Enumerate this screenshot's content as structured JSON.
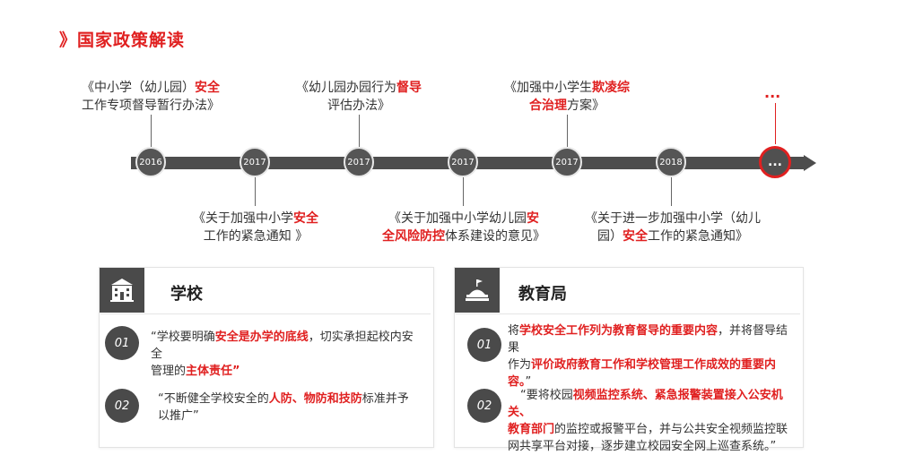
{
  "header": {
    "title": "》国家政策解读"
  },
  "timeline": {
    "nodes": [
      "2016",
      "2017",
      "2017",
      "2017",
      "2017",
      "2018",
      "..."
    ],
    "docs_top": [
      {
        "pre": "《中小学（幼儿园）",
        "red": "安全",
        "line2": "工作专项督导暂行办法》"
      },
      {
        "pre": "《幼儿园办园行为",
        "red": "督导",
        "line2": "评估办法》"
      },
      {
        "pre": "《加强中小学生",
        "red": "欺凌综",
        "red2": "合治理",
        "post2": "方案》"
      },
      {
        "dots": "..."
      }
    ],
    "docs_bottom": [
      {
        "pre": "《关于加强中小学",
        "red": "安全",
        "line2": "工作的紧急通知 》"
      },
      {
        "pre": "《关于加强中小学幼儿园",
        "red": "安",
        "red2": "全风险防控",
        "post2": "体系建设的意见》"
      },
      {
        "pre": "《关于进一步加强中小学（幼儿",
        "line2a": "园）",
        "red": "安全",
        "post2": "工作的紧急通知》"
      }
    ]
  },
  "school_card": {
    "title": "学校",
    "icon": "school-building-icon",
    "items": [
      {
        "num": "01",
        "a": "“学校要明确",
        "b": "安全是办学的底线",
        "c": "，切实承担起校内安全",
        "d": "管理的",
        "e": "主体责任",
        "f": "”"
      },
      {
        "num": "02",
        "a": "“不断健全学校安全的",
        "b": "人防、物防和技防",
        "c": "标准并予",
        "d": "以推广”"
      }
    ]
  },
  "edu_card": {
    "title": "教育局",
    "icon": "government-building-icon",
    "items": [
      {
        "num": "01",
        "a": "将",
        "b": "学校安全工作列为教育督导的重要内容",
        "c": "，并将督导结果",
        "d": "作为",
        "e": "评价政府教育工作和学校管理工作成效的重要内容。",
        "f": "”"
      },
      {
        "num": "02",
        "a": "“要将校园",
        "b": "视频监控系统、紧急报警装置接入公安机关、",
        "c": "教育部门",
        "d": "的监控或报警平台，并与公共安全视频监控联",
        "e": "网共享平台对接，逐步建立校园安全网上巡查系统。”"
      }
    ]
  },
  "colors": {
    "accent": "#e02020",
    "dark": "#4a4a4a"
  }
}
